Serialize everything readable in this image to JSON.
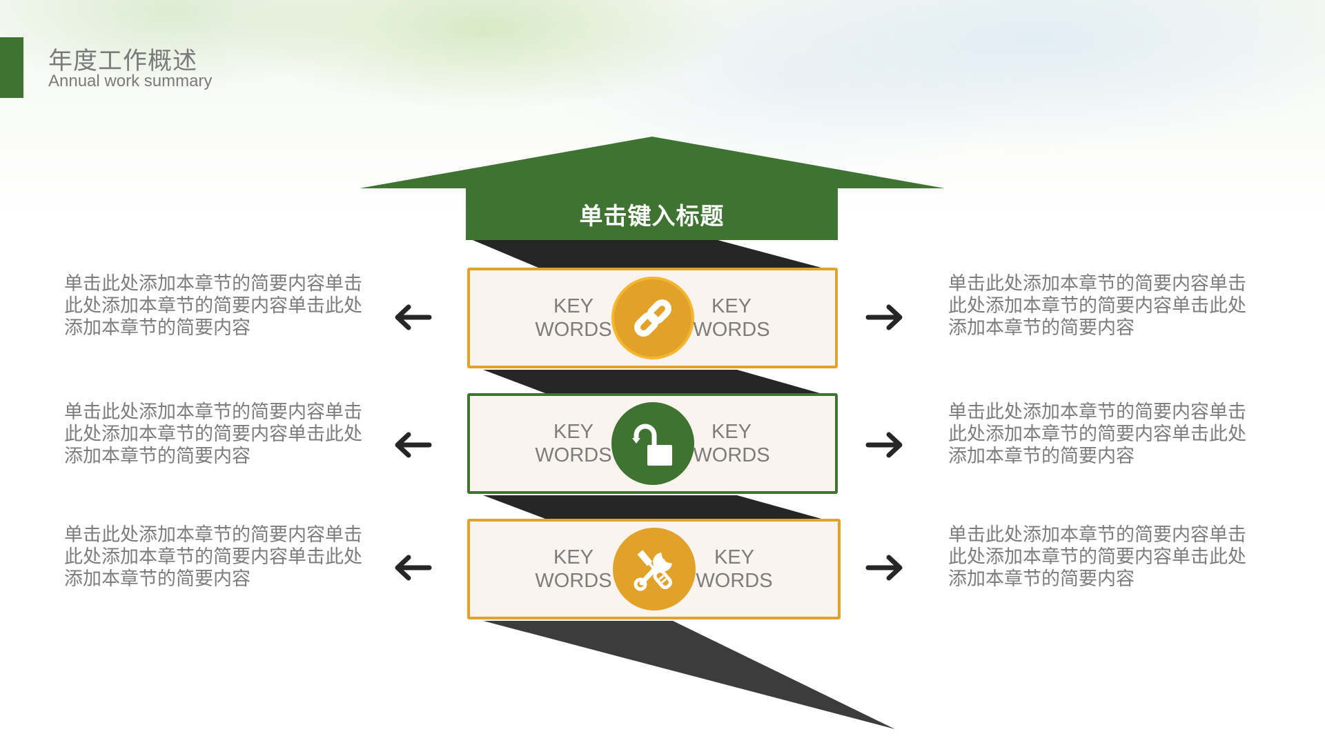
{
  "header": {
    "title": "年度工作概述",
    "subtitle": "Annual work summary"
  },
  "diagram": {
    "title": "单击键入标题",
    "colors": {
      "green": "#3e7331",
      "gold": "#e2a22a",
      "dark": "#262626",
      "box_bg": "#faf3ee",
      "text_gray": "#7c7c7c"
    },
    "rows": [
      {
        "icon": "link-icon",
        "border_color": "gold",
        "left_keyword": {
          "line1": "KEY",
          "line2": "WORDS"
        },
        "right_keyword": {
          "line1": "KEY",
          "line2": "WORDS"
        },
        "left_desc": "单击此处添加本章节的简要内容单击此处添加本章节的简要内容单击此处添加本章节的简要内容",
        "right_desc": "单击此处添加本章节的简要内容单击此处添加本章节的简要内容单击此处添加本章节的简要内容"
      },
      {
        "icon": "unlock-icon",
        "border_color": "green",
        "left_keyword": {
          "line1": "KEY",
          "line2": "WORDS"
        },
        "right_keyword": {
          "line1": "KEY",
          "line2": "WORDS"
        },
        "left_desc": "单击此处添加本章节的简要内容单击此处添加本章节的简要内容单击此处添加本章节的简要内容",
        "right_desc": "单击此处添加本章节的简要内容单击此处添加本章节的简要内容单击此处添加本章节的简要内容"
      },
      {
        "icon": "tools-icon",
        "border_color": "gold",
        "left_keyword": {
          "line1": "KEY",
          "line2": "WORDS"
        },
        "right_keyword": {
          "line1": "KEY",
          "line2": "WORDS"
        },
        "left_desc": "单击此处添加本章节的简要内容单击此处添加本章节的简要内容单击此处添加本章节的简要内容",
        "right_desc": "单击此处添加本章节的简要内容单击此处添加本章节的简要内容单击此处添加本章节的简要内容"
      }
    ]
  }
}
